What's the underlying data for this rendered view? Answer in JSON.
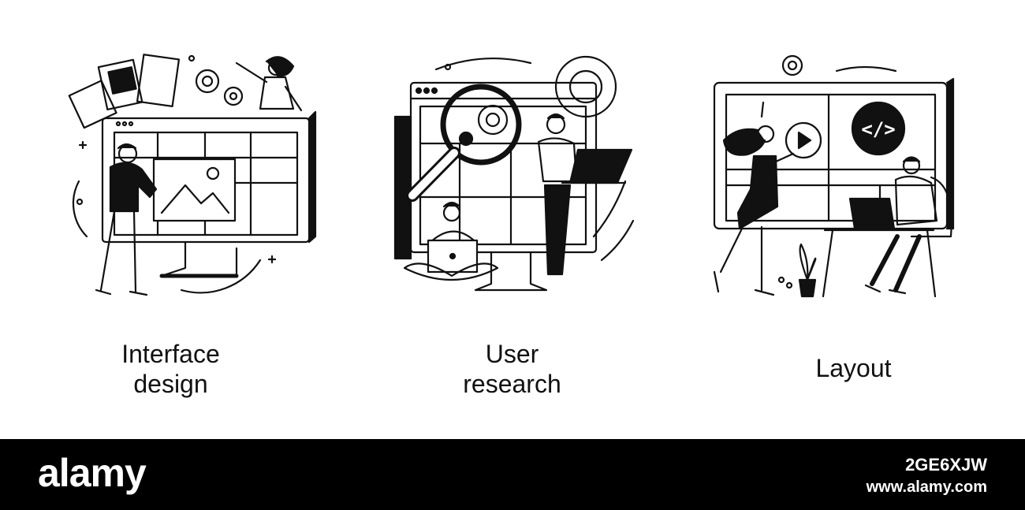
{
  "panels": [
    {
      "caption": "Interface\ndesign",
      "icon": "interface-design-illustration"
    },
    {
      "caption": "User\nresearch",
      "icon": "user-research-illustration"
    },
    {
      "caption": "Layout",
      "icon": "layout-illustration"
    }
  ],
  "footer": {
    "logo": "alamy",
    "image_id": "2GE6XJW",
    "site": "www.alamy.com"
  },
  "colors": {
    "ink": "#111111",
    "background": "#ffffff",
    "footer": "#000000"
  }
}
